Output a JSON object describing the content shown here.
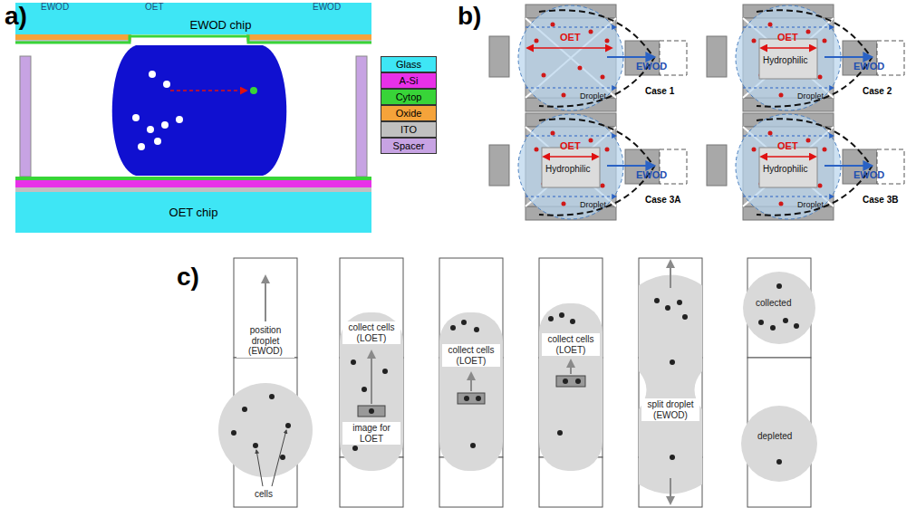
{
  "diagram": {
    "nodes": [
      {
        "text": [
          "EWOD chip"
        ]
      },
      {
        "text": [
          "OET chip"
        ]
      }
    ],
    "labels": [
      "a)",
      "EWOD",
      "OET",
      "EWOD",
      "b)",
      "OET",
      "EWOD",
      "Droplet",
      "Case 1",
      "OET",
      "Hydrophilic",
      "EWOD",
      "Droplet",
      "Case 2",
      "OET",
      "Hydrophilic",
      "EWOD",
      "Droplet",
      "Case 3A",
      "OET",
      "Hydrophilic",
      "EWOD",
      "Droplet",
      "Case 3B",
      "c)",
      "position droplet (EWOD)",
      "cells",
      "collect cells (LOET)",
      "image for LOET",
      "collect cells (LOET)",
      "collect cells (LOET)",
      "split droplet (EWOD)",
      "collected",
      "depleted"
    ],
    "legend": [
      {
        "text": "Glass",
        "color": "#3ee6f5"
      },
      {
        "text": "A-Si",
        "color": "#e830e8"
      },
      {
        "text": "Cytop",
        "color": "#38d438"
      },
      {
        "text": "Oxide",
        "color": "#f5a33a"
      },
      {
        "text": "ITO",
        "color": "#c0c0c0"
      },
      {
        "text": "Spacer",
        "color": "#c7a3e3"
      }
    ]
  }
}
